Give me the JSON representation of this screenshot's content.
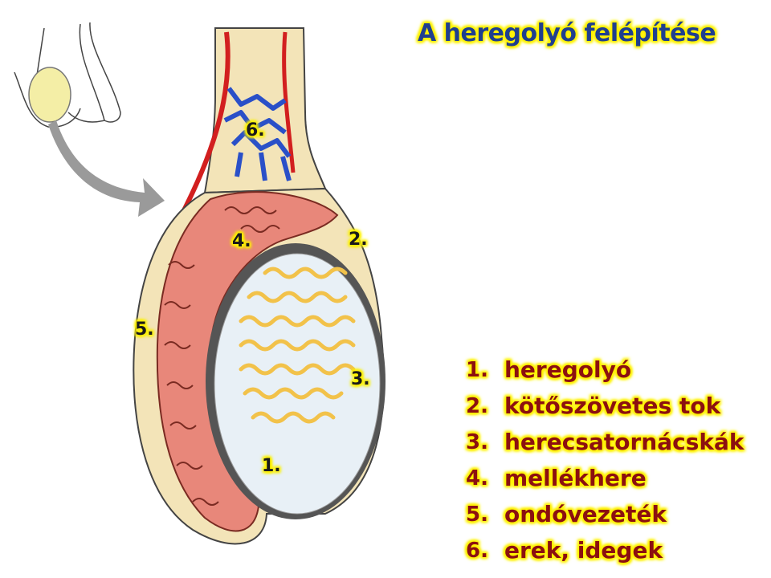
{
  "title": "A heregolyó felépítése",
  "markers": {
    "m1": "1.",
    "m2": "2.",
    "m3": "3.",
    "m4": "4.",
    "m5": "5.",
    "m6": "6."
  },
  "legend": [
    {
      "num": "1.",
      "term": "heregolyó"
    },
    {
      "num": "2.",
      "term": "kötőszövetes tok"
    },
    {
      "num": "3.",
      "term": "herecsatornácskák"
    },
    {
      "num": "4.",
      "term": "mellékhere"
    },
    {
      "num": "5.",
      "term": "ondóvezeték"
    },
    {
      "num": "6.",
      "term": "erek, idegek"
    }
  ],
  "colors": {
    "title": "#1f3f8f",
    "legend_text": "#8b1010",
    "highlight": "#fff200",
    "epididymis": "#e8877a",
    "tubules": "#f2c24a",
    "artery": "#d21f1f",
    "vein": "#2a50c8"
  }
}
